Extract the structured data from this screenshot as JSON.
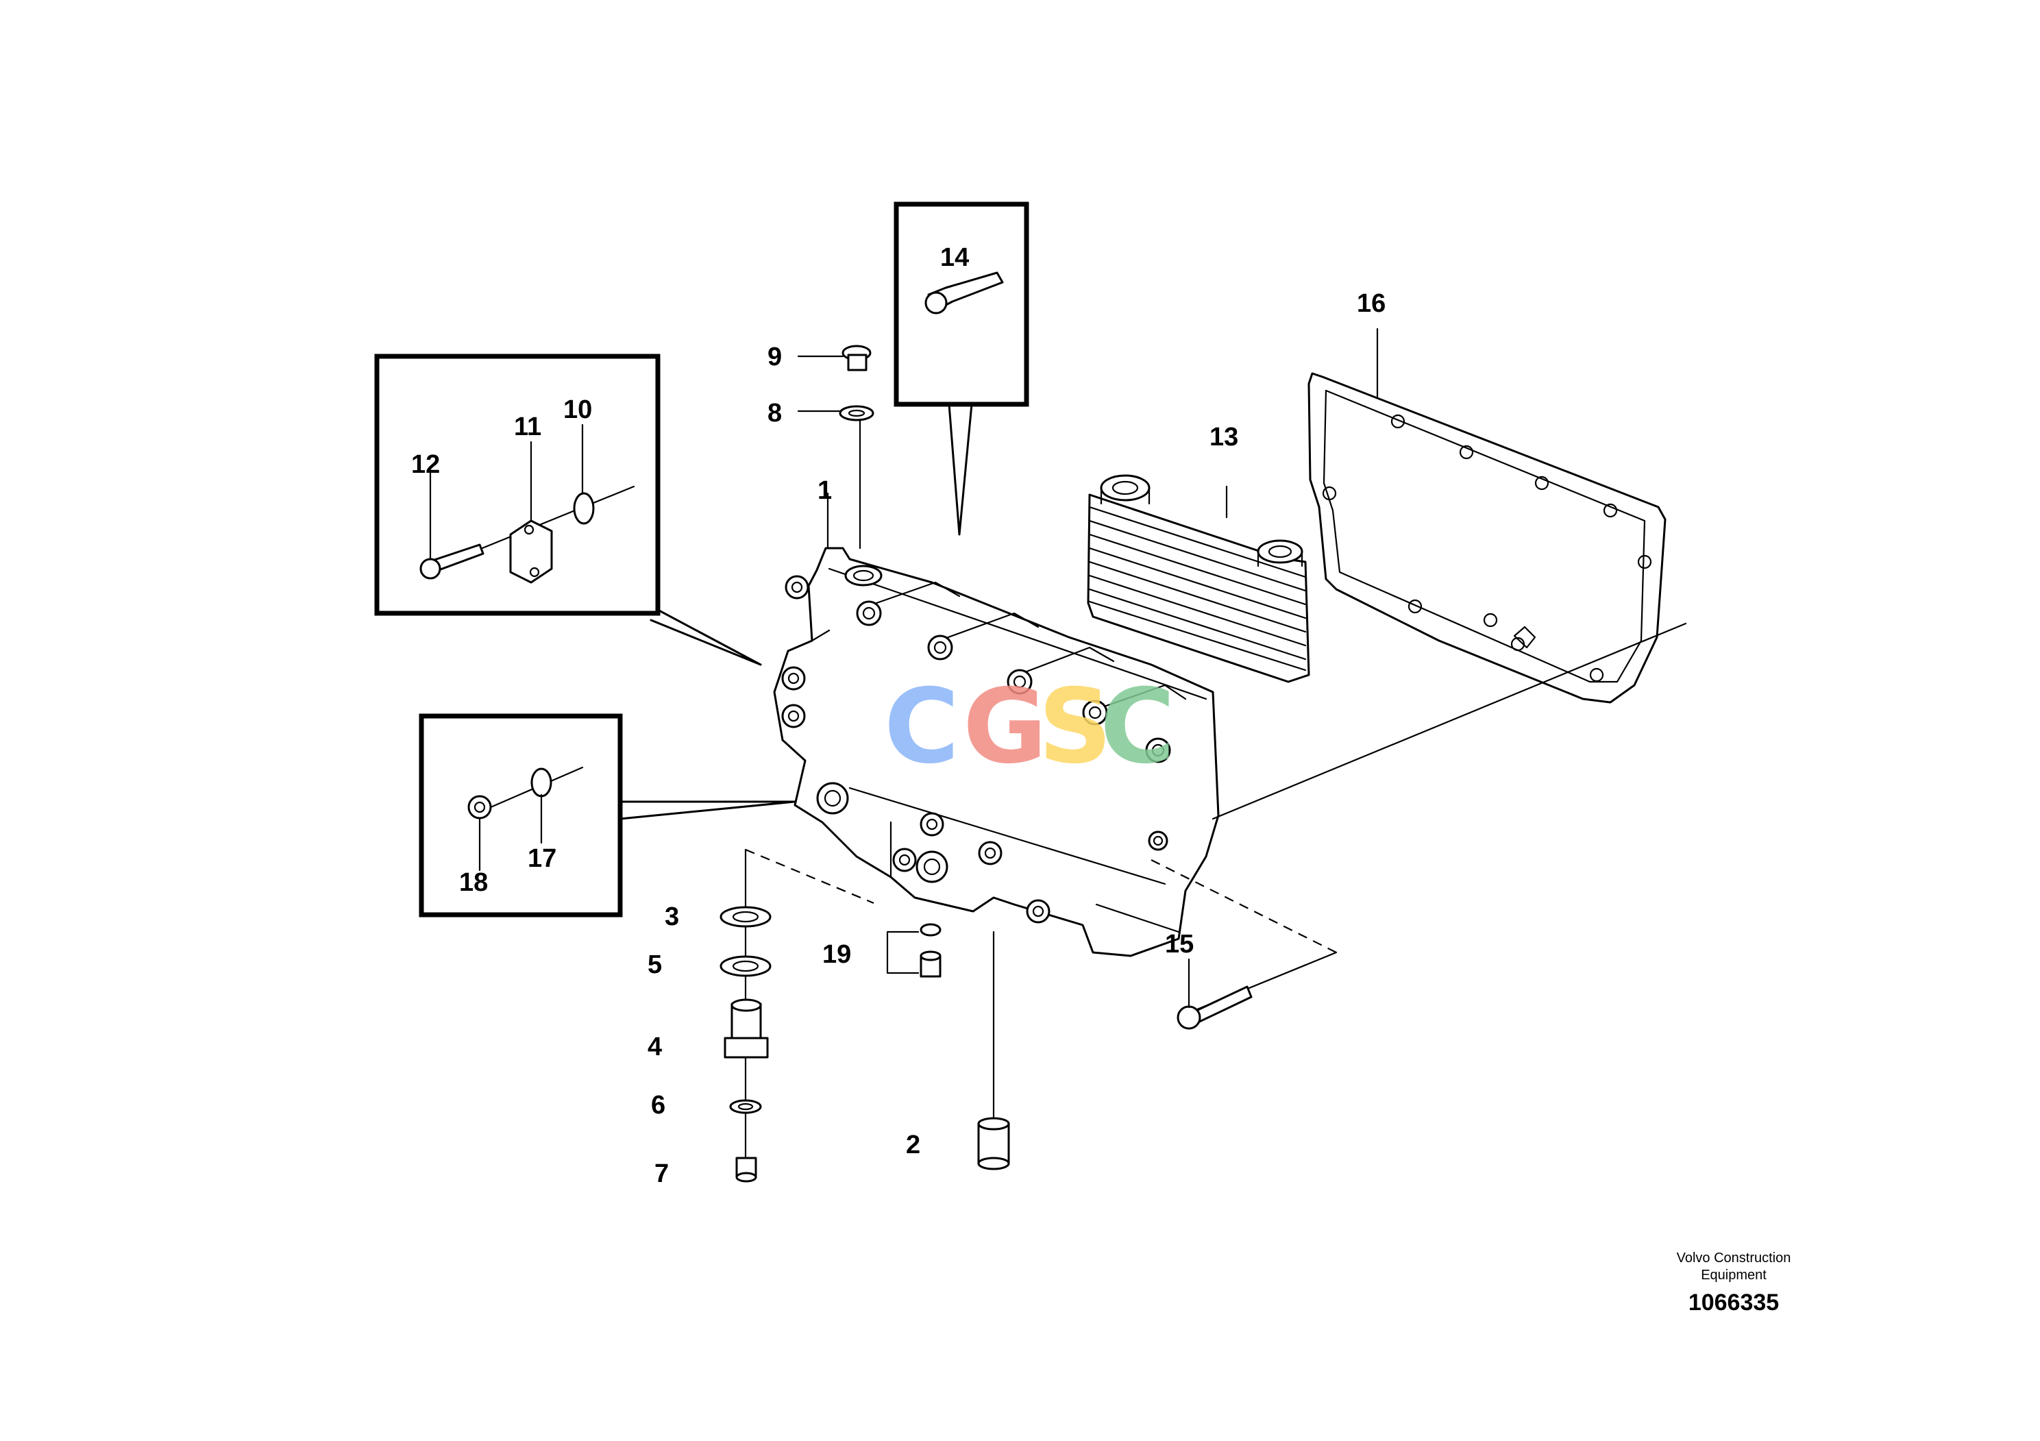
{
  "callouts": {
    "c1": "1",
    "c2": "2",
    "c3": "3",
    "c4": "4",
    "c5": "5",
    "c6": "6",
    "c7": "7",
    "c8": "8",
    "c9": "9",
    "c10": "10",
    "c11": "11",
    "c12": "12",
    "c13": "13",
    "c14": "14",
    "c15": "15",
    "c16": "16",
    "c17": "17",
    "c18": "18",
    "c19": "19"
  },
  "footer": {
    "company_line1": "Volvo Construction",
    "company_line2": "Equipment",
    "drawing_number": "1066335"
  },
  "watermark": {
    "letters": [
      "C",
      "G",
      "S",
      "C"
    ],
    "colors": [
      "#8ab4f8",
      "#f28b82",
      "#fdd663",
      "#81c995"
    ]
  }
}
